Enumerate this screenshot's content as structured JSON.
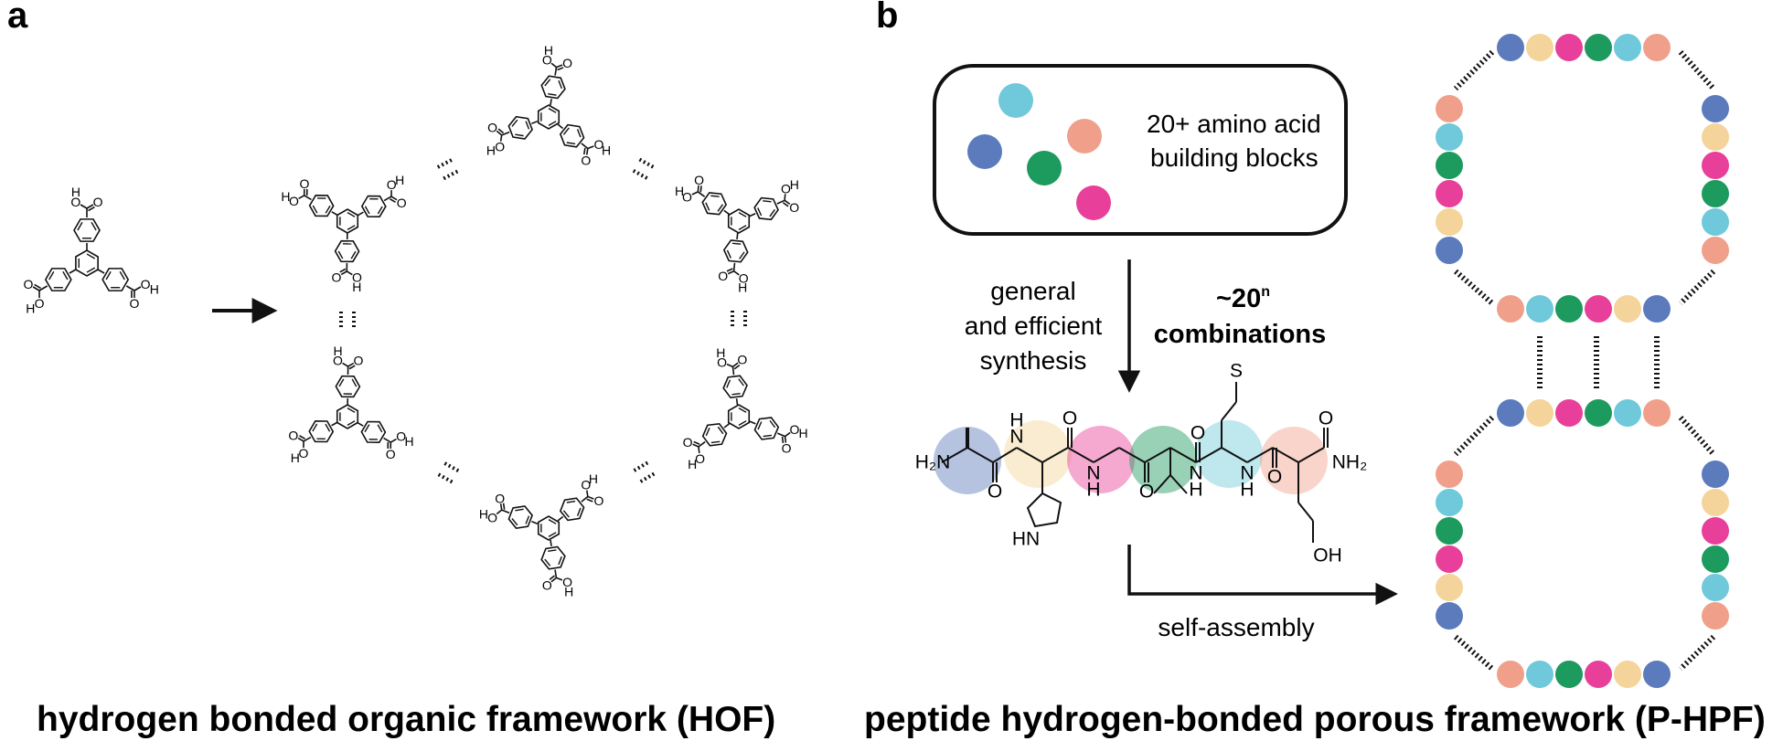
{
  "panel_a": {
    "letter": "a",
    "caption": "hydrogen bonded organic framework (HOF)",
    "atom_O": "O",
    "atom_H": "H"
  },
  "panel_b": {
    "letter": "b",
    "caption": "peptide hydrogen-bonded porous framework (P-HPF)",
    "box_line1": "20+ amino acid",
    "box_line2": "building blocks",
    "left_line1": "general",
    "left_line2": "and efficient",
    "left_line3": "synthesis",
    "right_line1": "~20",
    "right_sup": "n",
    "right_line2": "combinations",
    "assembly_label": "self-assembly",
    "peptide_atoms": {
      "H2N": "H₂N",
      "NH2": "NH₂",
      "N": "N",
      "H": "H",
      "O": "O",
      "S": "S",
      "HN": "HN",
      "OH": "OH"
    }
  },
  "colors": {
    "blue": "#5b7bbd",
    "cyan": "#6fc9da",
    "green": "#1d9a5e",
    "pink": "#e8409a",
    "peach": "#f0a08a",
    "beige": "#f4d49a"
  },
  "icons": {
    "reaction_arrow": "arrow-right-icon",
    "down_arrow": "arrow-down-icon",
    "bent_arrow": "arrow-elbow-icon"
  }
}
